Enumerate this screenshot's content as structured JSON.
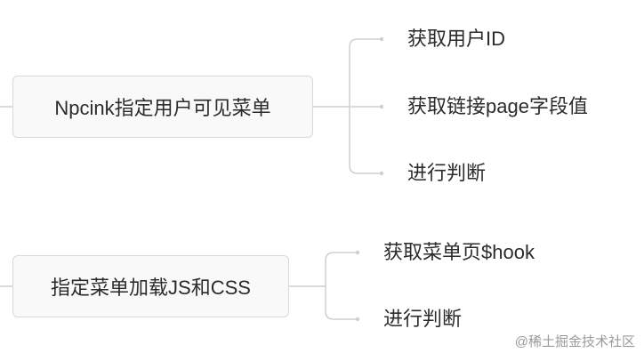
{
  "mindmap": {
    "branches": [
      {
        "label": "Npcink指定用户可见菜单",
        "children": [
          "获取用户ID",
          "获取链接page字段值",
          "进行判断"
        ]
      },
      {
        "label": "指定菜单加载JS和CSS",
        "children": [
          "获取菜单页$hook",
          "进行判断"
        ]
      }
    ]
  },
  "watermark": "@稀土掘金技术社区",
  "colors": {
    "line": "#cfcfcf",
    "node_border": "#d9d9d9",
    "node_fill": "#f9f9f9",
    "text": "#2b2b2b"
  }
}
